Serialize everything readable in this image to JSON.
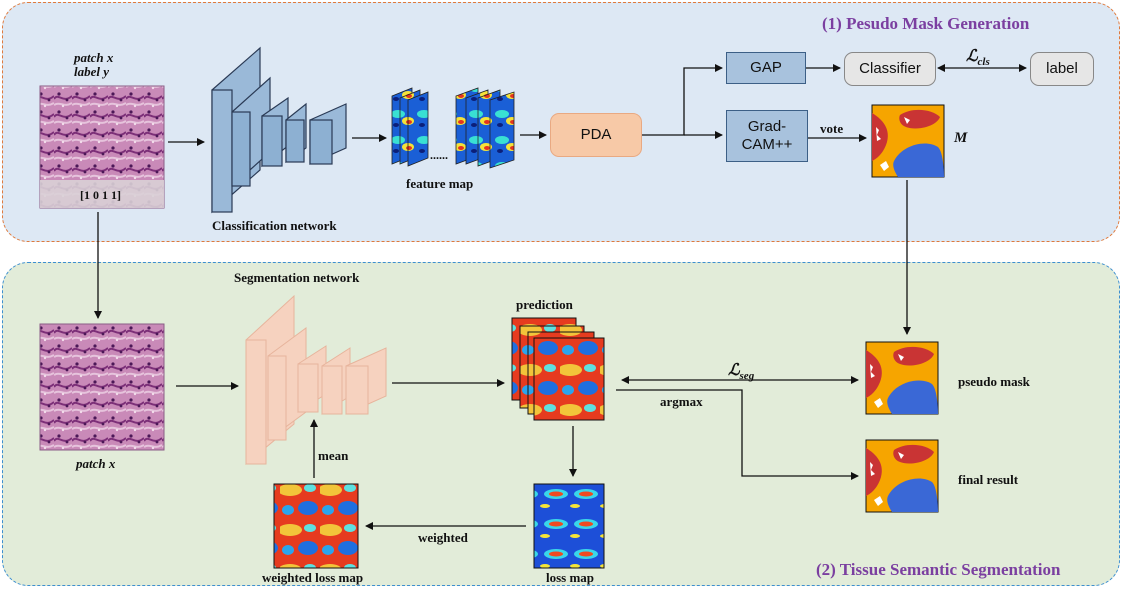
{
  "panels": {
    "top_title": "(1) Pesudo Mask Generation",
    "bottom_title": "(2) Tissue Semantic Segmentation"
  },
  "labels": {
    "patch_x_top": "patch x",
    "label_y": "label y",
    "label_vector": "[1 0 1 1]",
    "classification_network": "Classification network",
    "feature_map": "feature map",
    "pda": "PDA",
    "gap": "GAP",
    "gradcam_line1": "Grad-",
    "gradcam_line2": "CAM++",
    "classifier": "Classifier",
    "label": "label",
    "loss_cls": "ℒ",
    "loss_cls_sub": "cls",
    "vote": "vote",
    "m": "M",
    "segmentation_network": "Segmentation network",
    "patch_x_bottom": "patch x",
    "prediction": "prediction",
    "loss_seg": "ℒ",
    "loss_seg_sub": "seg",
    "argmax": "argmax",
    "pseudo_mask": "pseudo mask",
    "final_result": "final result",
    "mean": "mean",
    "weighted": "weighted",
    "weighted_loss_map": "weighted loss map",
    "loss_map": "loss map",
    "feature_dots": "......"
  },
  "colors": {
    "top_panel_bg": "#dde8f4",
    "top_panel_border": "#e07a3c",
    "bottom_panel_bg": "#e2ecd9",
    "bottom_panel_border": "#3d8fd0",
    "title_color": "#7b3fa0",
    "class_net_blue": "#9ab9d8",
    "seg_net_peach": "#f6d2bf",
    "pda_fill": "#f7c9a7",
    "gap_fill": "#a8c2dd",
    "classifier_fill": "#e6e6e6",
    "mask_orange": "#f6a500",
    "mask_red": "#c93434",
    "mask_blue": "#3a68d6",
    "tissue_pink": "#b46aa6"
  },
  "icons": [
    "tissue-patch-image",
    "label-band",
    "cnn-block-icon",
    "heatmap-stack-icon",
    "segmentation-mask-icon",
    "loss-map-icon"
  ]
}
